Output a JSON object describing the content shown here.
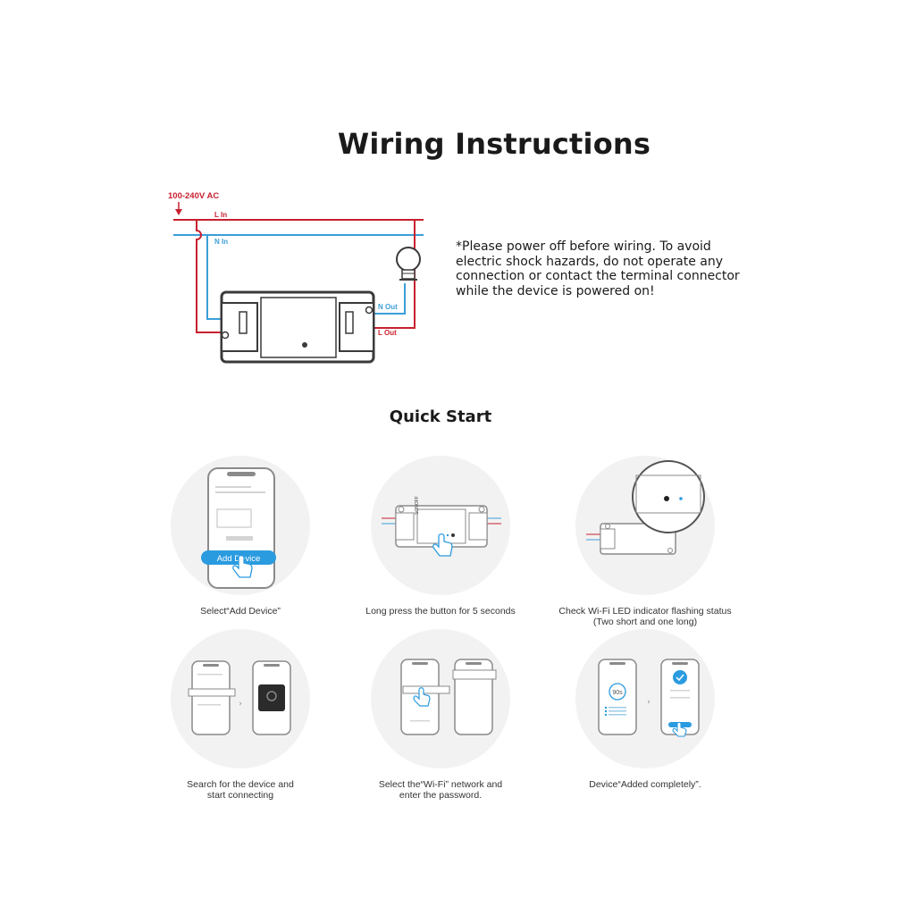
{
  "title": "Wiring Instructions",
  "wiring": {
    "voltage": "100-240V AC",
    "l_in": "L In",
    "n_in": "N In",
    "n_out": "N Out",
    "l_out": "L Out",
    "device_brand": "SONOFF",
    "colors": {
      "live": "#c8202f",
      "neutral": "#3b9ed8",
      "device": "#3a3a3a"
    }
  },
  "warning": "*Please power off before wiring. To avoid electric shock hazards, do not operate any connection or contact the terminal connector while the device is powered on!",
  "quick_start": {
    "title": "Quick Start",
    "steps": [
      {
        "label": "Select“Add Device”",
        "button": "Add Device"
      },
      {
        "label": "Long press the button for 5 seconds"
      },
      {
        "label": "Check Wi-Fi LED indicator flashing status\n(Two short and one long)"
      },
      {
        "label": "Search for the device and\nstart connecting"
      },
      {
        "label": "Select the“Wi-Fi” network and\nenter the password."
      },
      {
        "label": "Device“Added completely”.",
        "timer": "90s"
      }
    ]
  }
}
